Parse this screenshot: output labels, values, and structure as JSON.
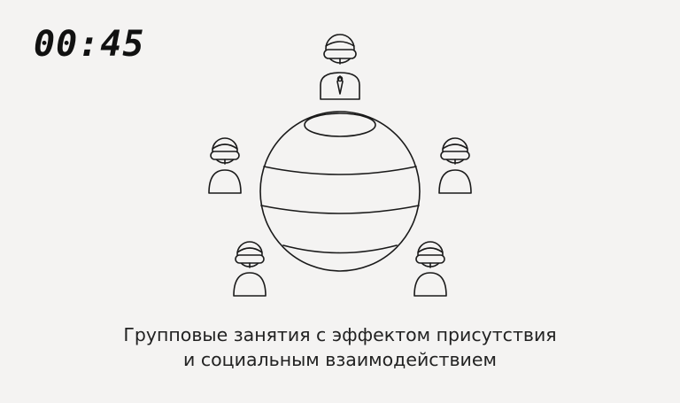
{
  "timer": {
    "value": "00:45"
  },
  "caption": {
    "line1": "Групповые занятия с эффектом присутствия",
    "line2": "и социальным взаимодействием"
  },
  "colors": {
    "background": "#f4f3f2",
    "stroke": "#1a1a1a"
  },
  "icons": [
    "vr-headset-avatar-icon",
    "sphere-icon"
  ]
}
